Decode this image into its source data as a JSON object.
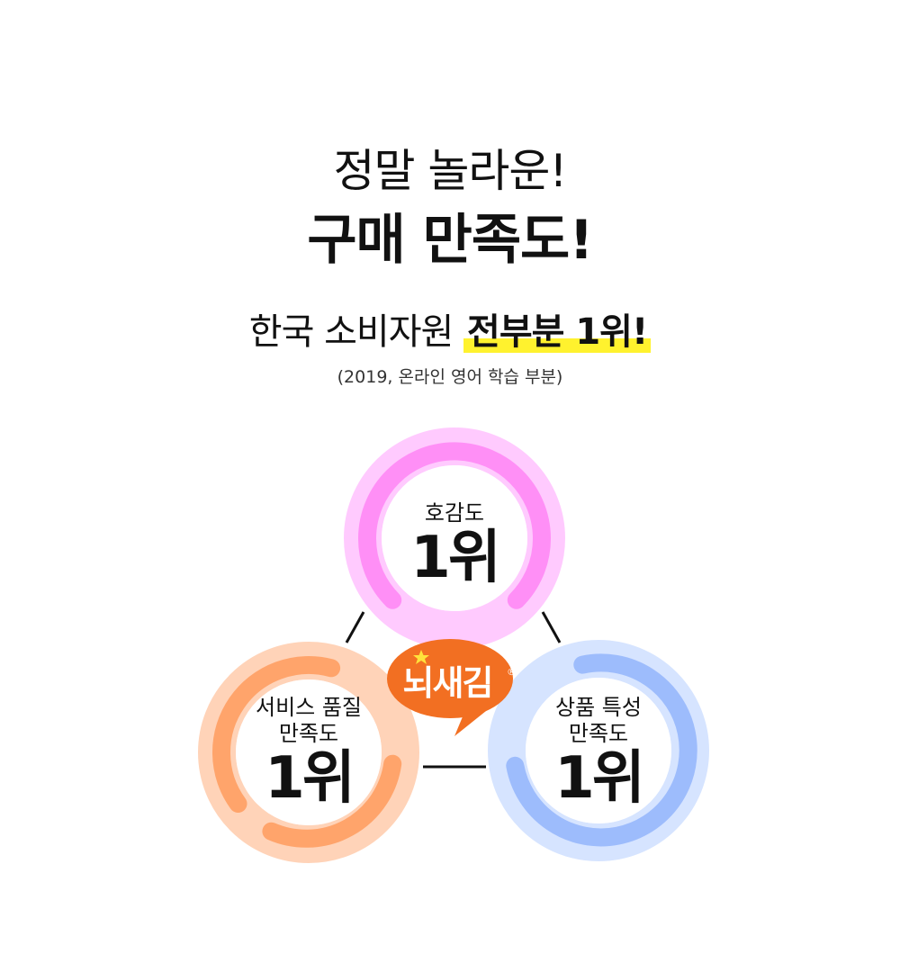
{
  "heading": {
    "line1": "정말 놀라운!",
    "line2": "구매 만족도!"
  },
  "subtitle": {
    "prefix": "한국 소비자원 ",
    "highlight": "전부분 1위!",
    "note": "(2019, 온라인 영어 학습 부분)"
  },
  "badge": {
    "brand": "뇌새김",
    "registered": "®"
  },
  "awards": [
    {
      "label": "호감도",
      "label2": "",
      "rank": "1위",
      "color_outer": "#ffcafe",
      "color_inner": "#ff8ff6"
    },
    {
      "label": "서비스 품질",
      "label2": "만족도",
      "rank": "1위",
      "color_outer": "#ffd3b8",
      "color_inner": "#ffa46b"
    },
    {
      "label": "상품 특성",
      "label2": "만족도",
      "rank": "1위",
      "color_outer": "#d6e4ff",
      "color_inner": "#9dbcfc"
    }
  ],
  "colors": {
    "highlight": "#fff22e",
    "badge": "#f26f22"
  }
}
